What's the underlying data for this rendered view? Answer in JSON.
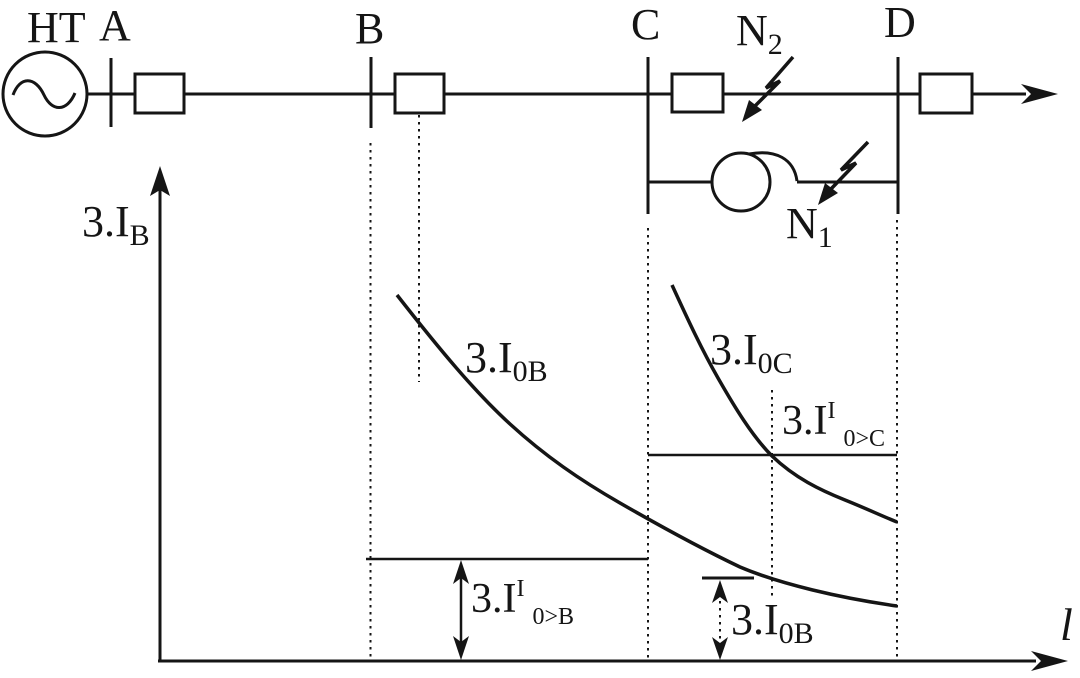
{
  "colors": {
    "ink": "#151515",
    "background": "#ffffff"
  },
  "one_line_diagram": {
    "source_label": "HT",
    "bus_a_label": "A",
    "bus_b_label": "B",
    "bus_c_label": "C",
    "bus_d_label": "D",
    "fault_n2": {
      "base": "N",
      "sub": "2"
    },
    "fault_n1": {
      "base": "N",
      "sub": "1"
    }
  },
  "graph": {
    "y_axis_label": {
      "base": "3.I",
      "sub": "B"
    },
    "x_axis_label": "l",
    "curve_b_label": {
      "base": "3.I",
      "sub": "0B"
    },
    "curve_c_label": {
      "base": "3.I",
      "sub": "0C"
    },
    "setting_c_label": {
      "base": "3.I",
      "sup": "I",
      "sub": "0>C"
    },
    "setting_b_label": {
      "base": "3.I",
      "sup": "I",
      "sub": "0>B"
    },
    "residual_b_label": {
      "base": "3.I",
      "sub": "0B"
    }
  },
  "chart_data": {
    "type": "line",
    "title": "",
    "xlabel": "l",
    "ylabel": "3.I_B",
    "axes_numeric": false,
    "grid": false,
    "legend_position": "inline-annotations",
    "series": [
      {
        "name": "3.I_0B",
        "style": "decaying curve",
        "from_bus": "B",
        "to_bus": "D"
      },
      {
        "name": "3.I_0C",
        "style": "decaying curve",
        "from_bus": "C",
        "to_bus": "D"
      },
      {
        "name": "3.I^I_0>B",
        "style": "horizontal setting line",
        "from_bus": "B",
        "to_bus": "C"
      },
      {
        "name": "3.I^I_0>C",
        "style": "horizontal setting line",
        "from_bus": "C",
        "to_bus": "D"
      }
    ]
  }
}
